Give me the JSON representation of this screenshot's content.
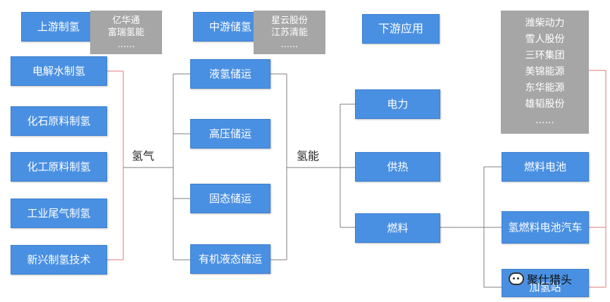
{
  "header": {
    "upstream": {
      "title": "上游制氢",
      "companies": [
        "亿华通",
        "富瑞氢能",
        "......"
      ]
    },
    "midstream": {
      "title": "中游储氢",
      "companies": [
        "星云股份",
        "江苏清能",
        "......"
      ]
    },
    "downstream": {
      "title": "下游应用"
    }
  },
  "production_methods": [
    "电解水制氢",
    "化石原料制氢",
    "化工原料制氢",
    "工业尾气制氢",
    "新兴制氢技术"
  ],
  "link_labels": {
    "hydrogen_gas": "氢气",
    "hydrogen_energy": "氢能"
  },
  "storage_methods": [
    "液氢储运",
    "高压储运",
    "固态储运",
    "有机液态储运"
  ],
  "applications": [
    "电力",
    "供热",
    "燃料"
  ],
  "fuel_uses": [
    "燃料电池",
    "氢燃料电池汽车",
    "加氢站"
  ],
  "fuel_cell_companies": [
    "潍柴动力",
    "雪人股份",
    "三环集团",
    "美锦能源",
    "东华能源",
    "雄韬股份",
    "......"
  ],
  "watermark": "聚仕猎头",
  "colors": {
    "box": "#4a90e2",
    "gray": "#a6a6a6",
    "line": "#7f7f7f",
    "accent_line": "#e07a7a"
  }
}
